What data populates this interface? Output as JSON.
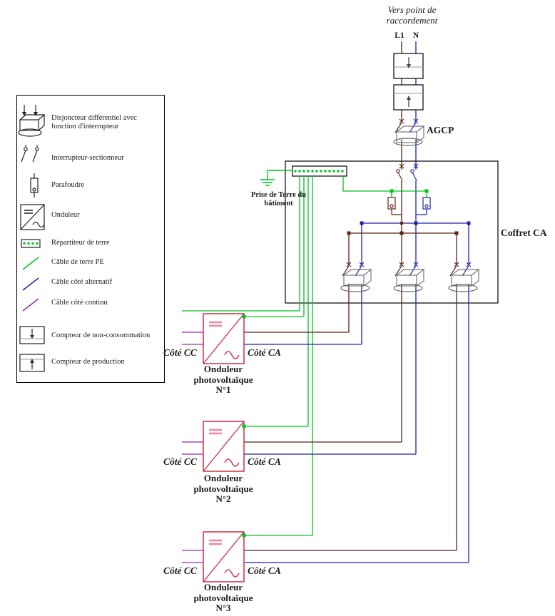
{
  "colors": {
    "earth_green": "#00c420",
    "ac_blue": "#2121a8",
    "phase_brown": "#5b2417",
    "dc_purple": "#962ca8",
    "inverter_red": "#cc2e44"
  },
  "header": {
    "destination": "Vers point de raccordement",
    "phase_label": "L1",
    "neutral_label": "N",
    "agcp_label": "AGCP"
  },
  "coffret": {
    "label": "Coffret CA",
    "earth_label": "Prise de Terre du bâtiment"
  },
  "legend": {
    "items": [
      {
        "icon": "rcd-breaker-icon",
        "label": "Disjoncteur différentiel avec fonction d'interrupteur"
      },
      {
        "icon": "switch-disconnector-icon",
        "label": "Interrupteur-sectionneur"
      },
      {
        "icon": "surge-protector-icon",
        "label": "Parafoudre"
      },
      {
        "icon": "inverter-icon",
        "label": "Onduleur"
      },
      {
        "icon": "earth-busbar-icon",
        "label": "Répartiteur de terre"
      },
      {
        "icon": "earth-cable-icon",
        "label": "Câble de terre PE"
      },
      {
        "icon": "ac-cable-icon",
        "label": "Câble côté alternatif"
      },
      {
        "icon": "dc-cable-icon",
        "label": "Câble côté continu"
      },
      {
        "icon": "non-consumption-meter-icon",
        "label": "Compteur de non-consommation"
      },
      {
        "icon": "production-meter-icon",
        "label": "Compteur de production"
      }
    ]
  },
  "inverters": [
    {
      "line1": "Onduleur",
      "line2": "photovoltaïque",
      "line3": "N°1",
      "dc_side": "Côté CC",
      "ac_side": "Côté CA"
    },
    {
      "line1": "Onduleur",
      "line2": "photovoltaïque",
      "line3": "N°2",
      "dc_side": "Côté CC",
      "ac_side": "Côté CA"
    },
    {
      "line1": "Onduleur",
      "line2": "photovoltaïque",
      "line3": "N°3",
      "dc_side": "Côté CC",
      "ac_side": "Côté CA"
    }
  ]
}
